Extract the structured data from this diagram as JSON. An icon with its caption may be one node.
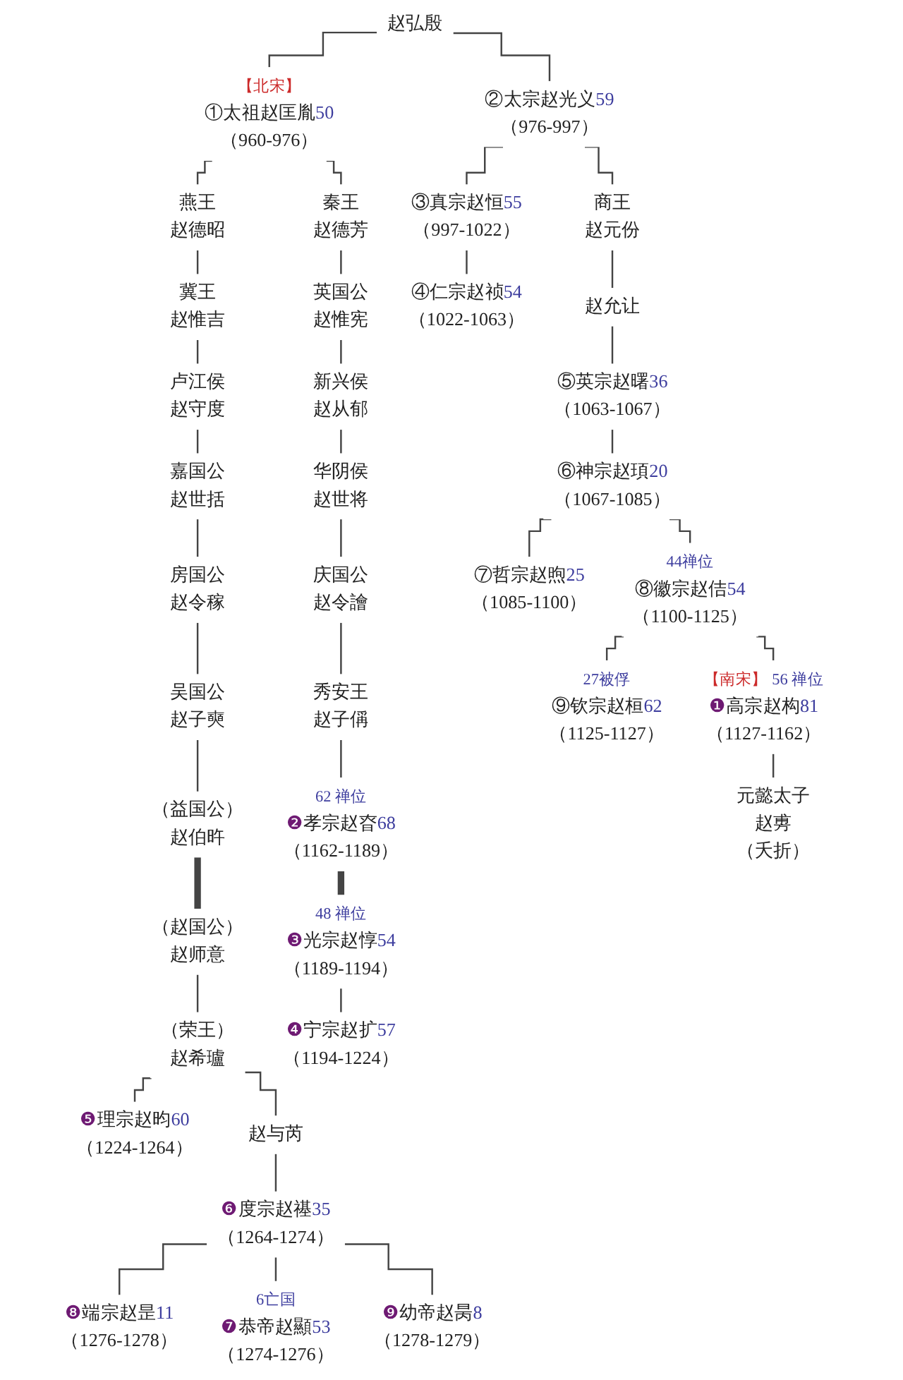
{
  "diagram": {
    "nodes": [
      {
        "text": [
          "赵弘殷"
        ]
      },
      {
        "text": [
          "【北宋】",
          "①太祖赵匡胤",
          "50",
          "（960-976）"
        ]
      },
      {
        "text": [
          "②太宗赵光义",
          "59",
          "（976-997）"
        ]
      },
      {
        "text": [
          "燕王",
          "赵德昭"
        ]
      },
      {
        "text": [
          "秦王",
          "赵德芳"
        ]
      },
      {
        "text": [
          "③真宗赵恒",
          "55",
          "（997-1022）"
        ]
      },
      {
        "text": [
          "商王",
          "赵元份"
        ]
      },
      {
        "text": [
          "冀王",
          "赵惟吉"
        ]
      },
      {
        "text": [
          "英国公",
          "赵惟宪"
        ]
      },
      {
        "text": [
          "④仁宗赵祯",
          "54",
          "（1022-1063）"
        ]
      },
      {
        "text": [
          "赵允让"
        ]
      },
      {
        "text": [
          "卢江侯",
          "赵守度"
        ]
      },
      {
        "text": [
          "新兴侯",
          "赵从郁"
        ]
      },
      {
        "text": [
          "⑤英宗赵曙",
          "36",
          "（1063-1067）"
        ]
      },
      {
        "text": [
          "嘉国公",
          "赵世括"
        ]
      },
      {
        "text": [
          "华阴侯",
          "赵世将"
        ]
      },
      {
        "text": [
          "⑥神宗赵頊",
          "20",
          "（1067-1085）"
        ]
      },
      {
        "text": [
          "⑦哲宗赵煦",
          "25",
          "（1085-1100）"
        ]
      },
      {
        "text": [
          "44禅位",
          "⑧徽宗赵佶",
          "54",
          "（1100-1125）"
        ]
      },
      {
        "text": [
          "房国公",
          "赵令稼"
        ]
      },
      {
        "text": [
          "庆国公",
          "赵令譮"
        ]
      },
      {
        "text": [
          "吴国公",
          "赵子奭"
        ]
      },
      {
        "text": [
          "秀安王",
          "赵子偁"
        ]
      },
      {
        "text": [
          "27被俘",
          "⑨钦宗赵桓",
          "62",
          "（1125-1127）"
        ]
      },
      {
        "text": [
          "【南宋】",
          "56 禅位",
          "❶高宗赵构",
          "81",
          "（1127-1162）"
        ]
      },
      {
        "text": [
          "（益国公）",
          "赵伯旿"
        ]
      },
      {
        "text": [
          "62 禅位",
          "❷孝宗赵昚",
          "68",
          "（1162-1189）"
        ]
      },
      {
        "text": [
          "元懿太子",
          "赵旉",
          "（夭折）"
        ]
      },
      {
        "text": [
          "（赵国公）",
          "赵师意"
        ]
      },
      {
        "text": [
          "48 禅位",
          "❸光宗赵惇",
          "54",
          "（1189-1194）"
        ]
      },
      {
        "text": [
          "❹宁宗赵扩",
          "57",
          "（1194-1224）"
        ]
      },
      {
        "text": [
          "（荣王）",
          "赵希瓐"
        ]
      },
      {
        "text": [
          "❺理宗赵昀",
          "60",
          "（1224-1264）"
        ]
      },
      {
        "text": [
          "赵与芮"
        ]
      },
      {
        "text": [
          "❻度宗赵禥",
          "35",
          "（1264-1274）"
        ]
      },
      {
        "text": [
          "❽端宗赵昰",
          "11",
          "（1276-1278）"
        ]
      },
      {
        "text": [
          "6亡国",
          "❼恭帝赵顯",
          "53",
          "（1274-1276）"
        ]
      },
      {
        "text": [
          "❾幼帝赵昺",
          "8",
          "（1278-1279）"
        ]
      }
    ],
    "edges": [
      {
        "from": 0,
        "to": 1,
        "arrow": "none"
      },
      {
        "from": 0,
        "to": 2,
        "arrow": "none"
      },
      {
        "from": 1,
        "to": 3,
        "arrow": "none"
      },
      {
        "from": 1,
        "to": 4,
        "arrow": "none"
      },
      {
        "from": 2,
        "to": 5,
        "arrow": "none"
      },
      {
        "from": 2,
        "to": 6,
        "arrow": "none"
      },
      {
        "from": 3,
        "to": 7,
        "arrow": "none"
      },
      {
        "from": 4,
        "to": 8,
        "arrow": "none"
      },
      {
        "from": 5,
        "to": 9,
        "arrow": "none"
      },
      {
        "from": 6,
        "to": 10,
        "arrow": "none"
      },
      {
        "from": 7,
        "to": 11,
        "arrow": "none"
      },
      {
        "from": 8,
        "to": 12,
        "arrow": "none"
      },
      {
        "from": 10,
        "to": 13,
        "arrow": "none"
      },
      {
        "from": 11,
        "to": 14,
        "arrow": "none"
      },
      {
        "from": 12,
        "to": 15,
        "arrow": "none"
      },
      {
        "from": 13,
        "to": 16,
        "arrow": "none"
      },
      {
        "from": 16,
        "to": 17,
        "arrow": "none"
      },
      {
        "from": 16,
        "to": 18,
        "arrow": "none"
      },
      {
        "from": 14,
        "to": 19,
        "arrow": "none"
      },
      {
        "from": 15,
        "to": 20,
        "arrow": "none"
      },
      {
        "from": 19,
        "to": 21,
        "arrow": "none"
      },
      {
        "from": 20,
        "to": 22,
        "arrow": "none"
      },
      {
        "from": 18,
        "to": 23,
        "arrow": "none"
      },
      {
        "from": 18,
        "to": 24,
        "arrow": "none"
      },
      {
        "from": 21,
        "to": 25,
        "arrow": "none"
      },
      {
        "from": 22,
        "to": 26,
        "arrow": "none"
      },
      {
        "from": 24,
        "to": 27,
        "arrow": "none"
      },
      {
        "from": 25,
        "to": 28,
        "arrow": "none",
        "style": "thick"
      },
      {
        "from": 26,
        "to": 29,
        "arrow": "none",
        "style": "thick"
      },
      {
        "from": 28,
        "to": 31,
        "arrow": "none"
      },
      {
        "from": 29,
        "to": 30,
        "arrow": "none"
      },
      {
        "from": 31,
        "to": 32,
        "arrow": "none"
      },
      {
        "from": 31,
        "to": 33,
        "arrow": "none"
      },
      {
        "from": 33,
        "to": 34,
        "arrow": "none"
      },
      {
        "from": 34,
        "to": 35,
        "arrow": "none"
      },
      {
        "from": 34,
        "to": 36,
        "arrow": "none"
      },
      {
        "from": 34,
        "to": 37,
        "arrow": "none"
      }
    ]
  }
}
